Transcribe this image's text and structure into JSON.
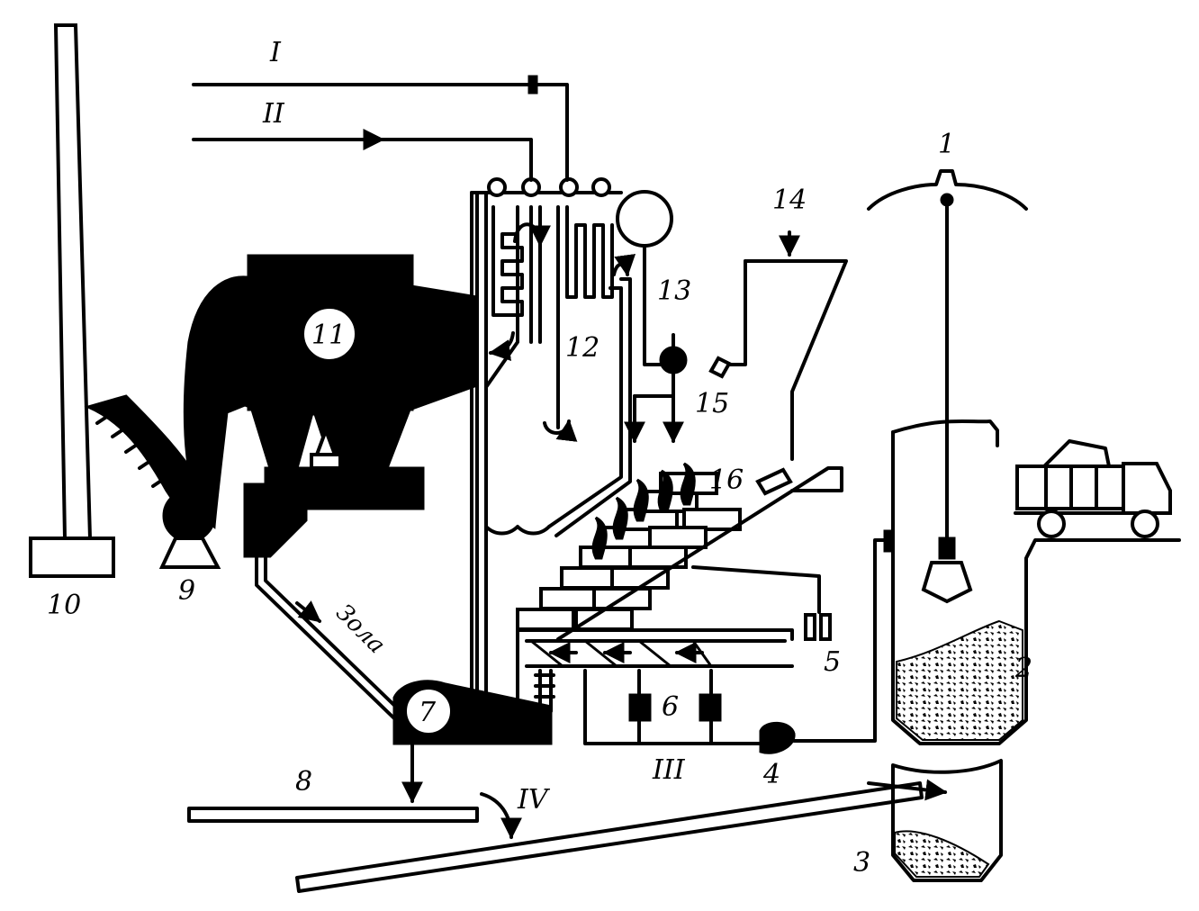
{
  "labels": {
    "n1": "1",
    "n2": "2",
    "n3": "3",
    "n4": "4",
    "n5": "5",
    "n6": "6",
    "n7": "7",
    "n8": "8",
    "n9": "9",
    "n10": "10",
    "n11": "11",
    "n12": "12",
    "n13": "13",
    "n14": "14",
    "n15": "15",
    "n16": "16",
    "r1": "I",
    "r2": "II",
    "r3": "III",
    "r4": "IV",
    "ash": "Зола"
  },
  "colors": {
    "ink": "#000000",
    "paper": "#ffffff"
  }
}
